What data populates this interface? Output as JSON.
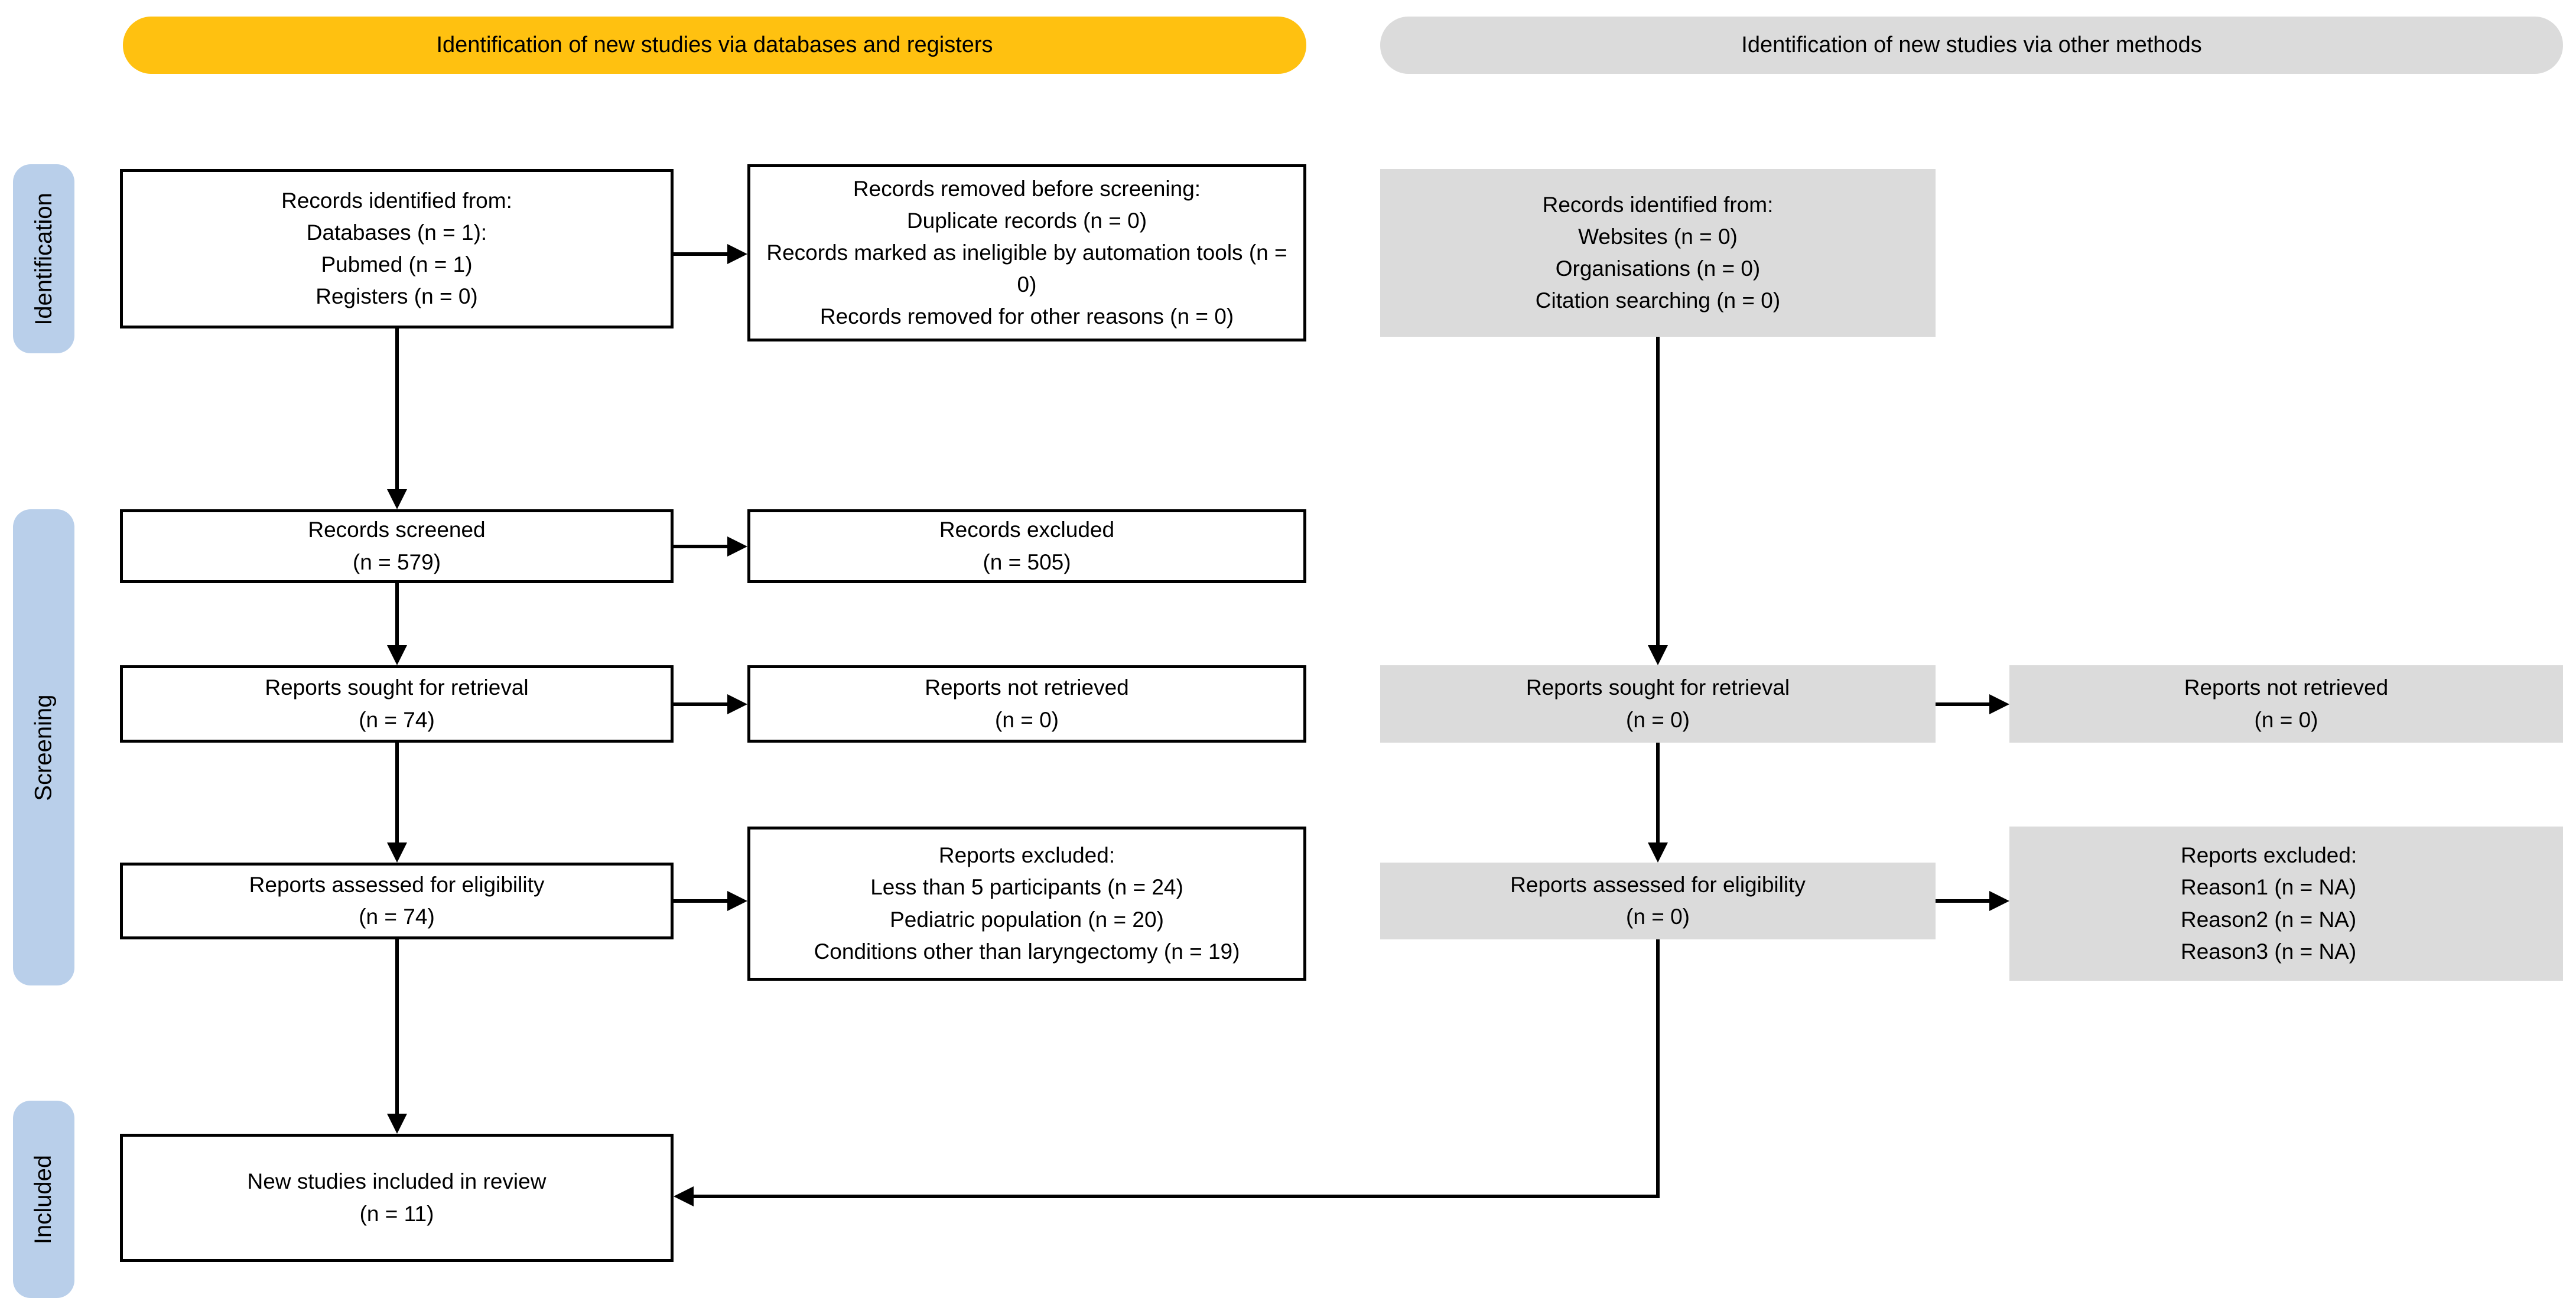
{
  "title": "PRISMA 2020 flow diagram",
  "colors": {
    "banner_yellow": "#FFC110",
    "box_gray": "#DBDBDB",
    "label_blue": "#B9CFEA",
    "line_black": "#000000"
  },
  "banners": {
    "databases": "Identification of new studies via databases and registers",
    "other": "Identification of new studies via other methods"
  },
  "stages": {
    "identification": "Identification",
    "screening": "Screening",
    "included": "Included"
  },
  "boxes": {
    "records_identified": {
      "lines": [
        "Records identified from:",
        "Databases (n = 1):",
        "Pubmed (n = 1)",
        "Registers (n = 0)"
      ]
    },
    "records_removed": {
      "lines": [
        "Records removed before screening:",
        "Duplicate records (n = 0)",
        "Records marked as ineligible by automation tools (n = 0)",
        "Records removed for other reasons (n = 0)"
      ]
    },
    "other_identified": {
      "lines": [
        "Records identified from:",
        "Websites (n = 0)",
        "Organisations (n = 0)",
        "Citation searching (n = 0)"
      ]
    },
    "records_screened": {
      "lines": [
        "Records screened",
        "(n = 579)"
      ]
    },
    "records_excluded": {
      "lines": [
        "Records excluded",
        "(n = 505)"
      ]
    },
    "reports_sought": {
      "lines": [
        "Reports sought for retrieval",
        "(n = 74)"
      ]
    },
    "reports_not_retrieved": {
      "lines": [
        "Reports not retrieved",
        "(n = 0)"
      ]
    },
    "other_sought": {
      "lines": [
        "Reports sought for retrieval",
        "(n = 0)"
      ]
    },
    "other_not_retrieved": {
      "lines": [
        "Reports not retrieved",
        "(n = 0)"
      ]
    },
    "reports_assessed": {
      "lines": [
        "Reports assessed for eligibility",
        "(n = 74)"
      ]
    },
    "reports_excluded": {
      "lines": [
        "Reports excluded:",
        "Less than 5 participants (n = 24)",
        "Pediatric population (n = 20)",
        "Conditions other than laryngectomy (n = 19)"
      ]
    },
    "other_assessed": {
      "lines": [
        "Reports assessed for eligibility",
        "(n = 0)"
      ]
    },
    "other_excluded": {
      "lines": [
        "Reports excluded:",
        "Reason1 (n = NA)",
        "Reason2 (n = NA)",
        "Reason3 (n = NA)"
      ]
    },
    "new_studies": {
      "lines": [
        "New studies included in review",
        "(n = 11)"
      ]
    }
  }
}
